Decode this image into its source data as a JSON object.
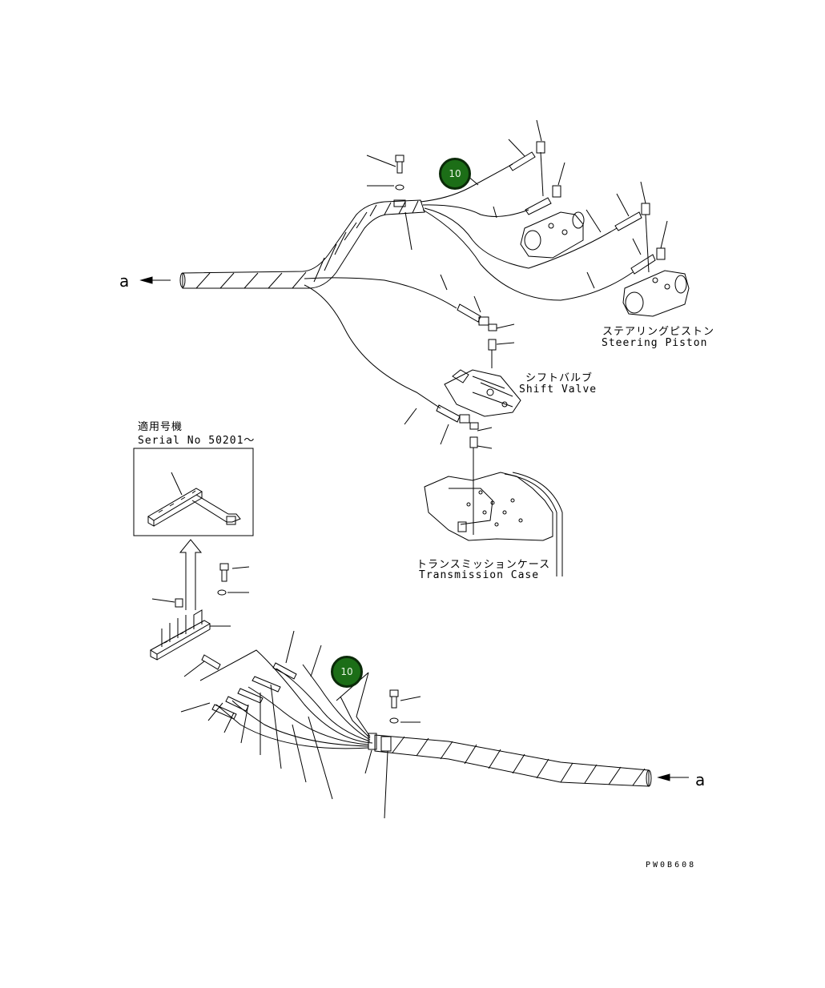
{
  "labels": {
    "arrow_a_left": "a",
    "arrow_a_right": "a",
    "steering_piston_jp": "ステアリングピストン",
    "steering_piston_en": "Steering Piston",
    "shift_valve_jp": "シフトバルブ",
    "shift_valve_en": "Shift Valve",
    "serial_jp": "適用号機",
    "serial_en": "Serial No 50201～",
    "transmission_jp": "トランスミッションケース",
    "transmission_en": "Transmission Case",
    "drawing_code": "PW0B608"
  },
  "badges": {
    "upper": "10",
    "lower": "10"
  },
  "colors": {
    "badge_fill": "#1c6e17",
    "badge_border": "#0b2a09",
    "line": "#000000"
  }
}
